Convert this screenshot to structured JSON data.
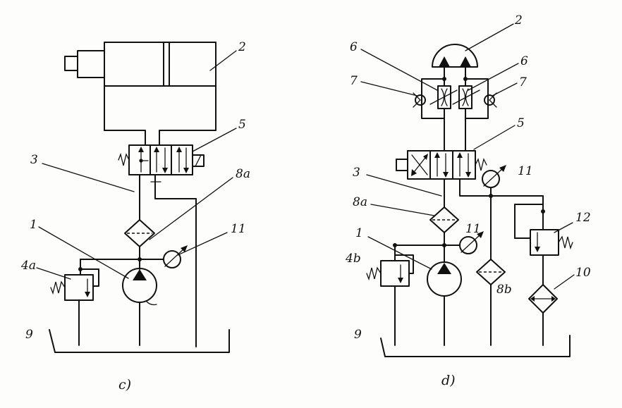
{
  "diagram_c": {
    "caption": "c)",
    "labels": {
      "pump": "1",
      "cylinder": "2",
      "line": "3",
      "relief_valve": "4a",
      "directional_valve": "5",
      "filter": "8a",
      "tank": "9",
      "gauge": "11"
    }
  },
  "diagram_d": {
    "caption": "d)",
    "labels": {
      "motor": "2",
      "throttle_left": "6",
      "throttle_right": "6",
      "check_left": "7",
      "check_right": "7",
      "directional_valve": "5",
      "line": "3",
      "gauge_top": "11",
      "filter_pressure": "8a",
      "pump": "1",
      "gauge_pump": "11",
      "relief_valve": "4b",
      "filter_return": "8b",
      "back_pressure_valve": "12",
      "cooler": "10",
      "tank": "9"
    }
  }
}
